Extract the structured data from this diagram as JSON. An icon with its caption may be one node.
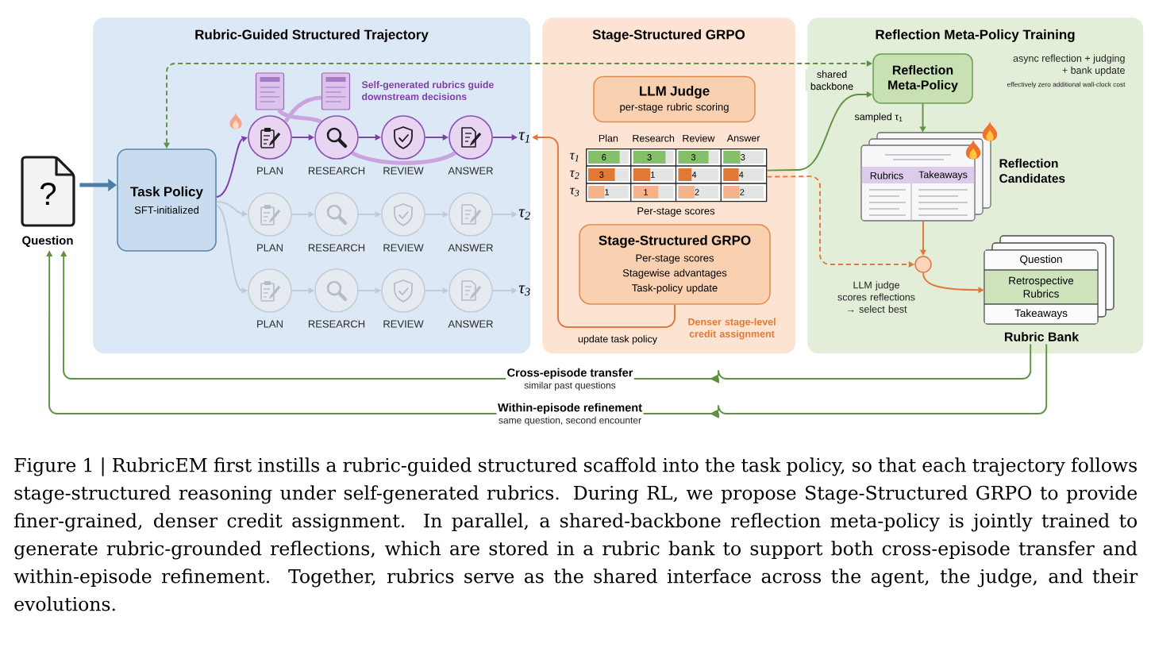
{
  "diagram": {
    "caption": "Figure 1 | RubricEM first instills a rubric-guided structured scaffold into the task policy, so that each trajectory follows stage-structured reasoning under self-generated rubrics. During RL, we propose Stage-Structured GRPO to provide finer-grained, denser credit assignment. In parallel, a shared-backbone reflection meta-policy is jointly trained to generate rubric-grounded reflections, which are stored in a rubric bank to support both cross-episode transfer and within-episode refinement. Together, rubrics serve as the shared interface across the agent, the judge, and their evolutions.",
    "nodes": [
      {
        "text": [
          "Rubric-Guided Structured Trajectory"
        ]
      },
      {
        "text": [
          "Stage-Structured GRPO"
        ]
      },
      {
        "text": [
          "Reflection Meta-Policy Training"
        ]
      },
      {
        "text": [
          "?"
        ],
        "beside": [
          "Question"
        ]
      },
      {
        "text": [
          "Task Policy",
          "SFT-initialized"
        ],
        "in": 0
      },
      {
        "text": [],
        "shape": "document",
        "in": 0
      },
      {
        "text": [],
        "shape": "document",
        "in": 0
      },
      {
        "text": [
          "PLAN"
        ],
        "in": 0
      },
      {
        "text": [
          "RESEARCH"
        ],
        "in": 0
      },
      {
        "text": [
          "REVIEW"
        ],
        "in": 0
      },
      {
        "text": [
          "ANSWER"
        ],
        "in": 0
      },
      {
        "text": [
          "τ$_{1}$"
        ],
        "in": 0
      },
      {
        "text": [
          "PLAN"
        ],
        "in": 0
      },
      {
        "text": [
          "RESEARCH"
        ],
        "in": 0
      },
      {
        "text": [
          "REVIEW"
        ],
        "in": 0
      },
      {
        "text": [
          "ANSWER"
        ],
        "in": 0
      },
      {
        "text": [
          "τ$_{2}$"
        ],
        "in": 0
      },
      {
        "text": [
          "PLAN"
        ],
        "in": 0
      },
      {
        "text": [
          "RESEARCH"
        ],
        "in": 0
      },
      {
        "text": [
          "REVIEW"
        ],
        "in": 0
      },
      {
        "text": [
          "ANSWER"
        ],
        "in": 0
      },
      {
        "text": [
          "τ$_{3}$"
        ],
        "in": 0
      },
      {
        "text": [
          "LLM Judge",
          "per-stage rubric scoring"
        ],
        "in": 1
      },
      {
        "text": [
          "Plan",
          "Research",
          "Review",
          "Answer",
          "τ$_{1}$",
          "6",
          "3",
          "3",
          "3",
          "τ$_{2}$",
          "3",
          "1",
          "4",
          "4",
          "τ$_{3}$",
          "1",
          "1",
          "2",
          "2"
        ],
        "beside": [
          "Per-stage scores"
        ],
        "in": 1
      },
      {
        "text": [
          "Stage-Structured GRPO",
          "Per-stage scores",
          "Stagewise advantages",
          "Task-policy update"
        ],
        "in": 1
      },
      {
        "text": [
          "Reflection Meta-Policy"
        ],
        "in": 2
      },
      {
        "text": [
          "Rubrics",
          "Takeaways"
        ],
        "beside": [
          "Reflection Candidates"
        ],
        "in": 2
      },
      {
        "text": [],
        "shape": "circle",
        "in": 2
      },
      {
        "text": [
          "Question",
          "Retrospective Rubrics",
          "Takeaways"
        ],
        "beside": [
          "Rubric Bank"
        ],
        "in": 2
      }
    ],
    "edges": [
      {
        "from": 3,
        "to": 4,
        "arrow": "to",
        "style": "thick",
        "color": "#4b7ea8"
      },
      {
        "from": 4,
        "to": 7,
        "arrow": "to",
        "color": "#7d3ea8"
      },
      {
        "from": 7,
        "to": 8,
        "arrow": "to",
        "color": "#7d3ea8"
      },
      {
        "from": 8,
        "to": 9,
        "arrow": "to",
        "color": "#7d3ea8"
      },
      {
        "from": 9,
        "to": 10,
        "arrow": "to",
        "color": "#7d3ea8"
      },
      {
        "from": 10,
        "to": 11,
        "arrow": "to",
        "color": "#7d3ea8"
      },
      {
        "from": 4,
        "to": 12,
        "arrow": "to"
      },
      {
        "from": 12,
        "to": 13,
        "arrow": "to"
      },
      {
        "from": 13,
        "to": 14,
        "arrow": "to"
      },
      {
        "from": 14,
        "to": 15,
        "arrow": "to"
      },
      {
        "from": 15,
        "to": 16,
        "arrow": "to"
      },
      {
        "from": 4,
        "to": 17,
        "arrow": "to"
      },
      {
        "from": 17,
        "to": 18,
        "arrow": "to"
      },
      {
        "from": 18,
        "to": 19,
        "arrow": "to"
      },
      {
        "from": 19,
        "to": 20,
        "arrow": "to"
      },
      {
        "from": 20,
        "to": 21,
        "arrow": "to"
      },
      {
        "from": 5,
        "to": 8,
        "arrow": "none",
        "style": "thick",
        "color": "#c9a4de"
      },
      {
        "from": 7,
        "to": 6,
        "arrow": "none",
        "style": "thick",
        "color": "#c9a4de"
      },
      {
        "from": 8,
        "to": 10,
        "arrow": "none",
        "style": "thick",
        "color": "#c9a4de"
      },
      {
        "from": 24,
        "to": 11,
        "arrow": "to",
        "label": "update task policy",
        "color": "#e2773a"
      },
      {
        "from": 4,
        "to": 25,
        "arrow": "both",
        "label": "shared backbone",
        "style": "dashed",
        "color": "#5e9140"
      },
      {
        "from": 23,
        "to": 25,
        "arrow": "to",
        "color": "#5e9140"
      },
      {
        "from": 25,
        "to": 26,
        "arrow": "to",
        "label": "sampled τ$_{1}$",
        "color": "#5e9140"
      },
      {
        "from": 26,
        "to": 27,
        "arrow": "to",
        "color": "#e2773a"
      },
      {
        "from": 23,
        "to": 27,
        "arrow": "to",
        "style": "dashed",
        "color": "#e2773a"
      },
      {
        "from": 27,
        "to": 28,
        "arrow": "to",
        "color": "#e2773a"
      },
      {
        "from": 28,
        "to": 3,
        "arrow": "to",
        "label": "Cross-episode transfer",
        "color": "#5e9140"
      },
      {
        "from": 28,
        "to": 3,
        "arrow": "to",
        "label": "Within-episode refinement",
        "color": "#5e9140"
      }
    ],
    "labels": [
      "Self-generated rubrics guide downstream decisions",
      "async reflection + judging + bank update",
      "effectively zero additional wall-clock cost",
      "LLM judge scores reflections → select best",
      "Denser stage-level credit assignment",
      "similar past questions",
      "same question, second encounter"
    ]
  }
}
